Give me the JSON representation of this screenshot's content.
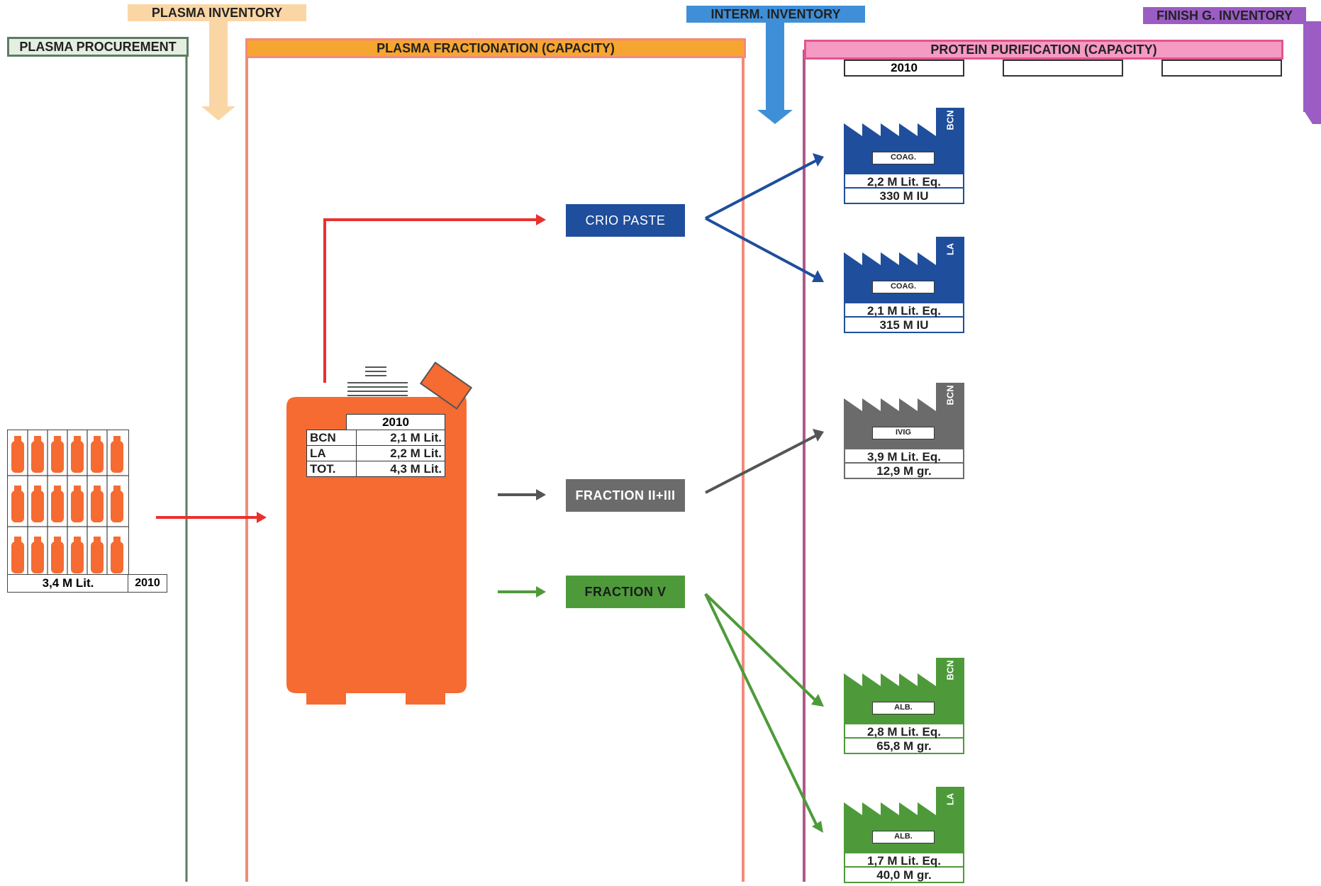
{
  "headers": {
    "plasma_inventory": "PLASMA INVENTORY",
    "plasma_procurement": "PLASMA PROCUREMENT",
    "plasma_fractionation": "PLASMA  FRACTIONATION  (CAPACITY)",
    "interm_inventory": "INTERM. INVENTORY",
    "finish_inventory": "FINISH G. INVENTORY",
    "protein_purification": "PROTEIN  PURIFICATION  (CAPACITY)"
  },
  "purification_years": [
    "2010",
    "",
    ""
  ],
  "procurement": {
    "volume": "3,4 M Lit.",
    "year": "2010"
  },
  "tank": {
    "year": "2010",
    "rows": [
      {
        "site": "BCN",
        "value": "2,1 M Lit."
      },
      {
        "site": "LA",
        "value": "2,2 M Lit."
      },
      {
        "site": "TOT.",
        "value": "4,3 M Lit."
      }
    ]
  },
  "intermediates": {
    "crio": "CRIO PASTE",
    "fraction23": "FRACTION  II+III",
    "fraction5": "FRACTION  V"
  },
  "factories": [
    {
      "site": "BCN",
      "product": "COAG.",
      "line1": "2,2 M Lit. Eq.",
      "line2": "330 M IU",
      "color": "#1f4e9c"
    },
    {
      "site": "LA",
      "product": "COAG.",
      "line1": "2,1 M Lit. Eq.",
      "line2": "315 M IU",
      "color": "#1f4e9c"
    },
    {
      "site": "BCN",
      "product": "IVIG",
      "line1": "3,9 M Lit. Eq.",
      "line2": "12,9 M gr.",
      "color": "#6b6b6b"
    },
    {
      "site": "BCN",
      "product": "ALB.",
      "line1": "2,8 M Lit. Eq.",
      "line2": "65,8 M gr.",
      "color": "#4e9a3a"
    },
    {
      "site": "LA",
      "product": "ALB.",
      "line1": "1,7 M Lit. Eq.",
      "line2": "40,0 M gr.",
      "color": "#4e9a3a"
    }
  ],
  "colors": {
    "plasma_orange": "#f56b32",
    "crio_blue": "#1f4e9c",
    "fraction_gray": "#6b6b6b",
    "fraction_green": "#4e9a3a",
    "arrow_red": "#e8312f"
  }
}
